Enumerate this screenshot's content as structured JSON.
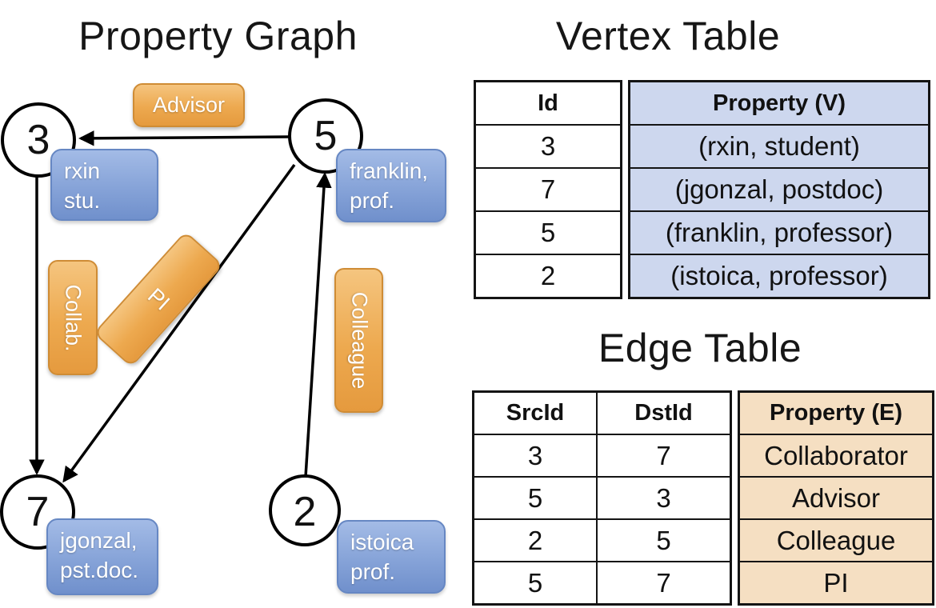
{
  "graph": {
    "title": "Property Graph",
    "nodes": {
      "n3": "3",
      "n5": "5",
      "n7": "7",
      "n2": "2"
    },
    "edge_labels": {
      "advisor": "Advisor",
      "collab": "Collab.",
      "pi": "PI",
      "colleague": "Colleague"
    },
    "vertex_boxes": {
      "rxin": {
        "line1": "rxin",
        "line2": "stu."
      },
      "franklin": {
        "line1": "franklin,",
        "line2": "prof."
      },
      "jgonzal": {
        "line1": "jgonzal,",
        "line2": "pst.doc."
      },
      "istoica": {
        "line1": "istoica",
        "line2": "prof."
      }
    }
  },
  "vertex_table": {
    "title": "Vertex Table",
    "columns": {
      "id": "Id",
      "property": "Property (V)"
    },
    "rows": [
      {
        "id": "3",
        "property": "(rxin, student)"
      },
      {
        "id": "7",
        "property": "(jgonzal, postdoc)"
      },
      {
        "id": "5",
        "property": "(franklin, professor)"
      },
      {
        "id": "2",
        "property": "(istoica, professor)"
      }
    ]
  },
  "edge_table": {
    "title": "Edge Table",
    "columns": {
      "src": "SrcId",
      "dst": "DstId",
      "property": "Property (E)"
    },
    "rows": [
      {
        "src": "3",
        "dst": "7",
        "property": "Collaborator"
      },
      {
        "src": "5",
        "dst": "3",
        "property": "Advisor"
      },
      {
        "src": "2",
        "dst": "5",
        "property": "Colleague"
      },
      {
        "src": "5",
        "dst": "7",
        "property": "PI"
      }
    ]
  },
  "colors": {
    "edge_label_fill_top": "#f5c57f",
    "edge_label_fill_bottom": "#e59a3e",
    "edge_label_border": "#cf8c35",
    "vertex_box_fill_top": "#a3bbe6",
    "vertex_box_fill_bottom": "#7090cc",
    "vertex_box_border": "#6687c3",
    "vertex_property_cell": "#cdd7ee",
    "edge_property_cell": "#f5dfc2",
    "line_color": "#000000"
  }
}
